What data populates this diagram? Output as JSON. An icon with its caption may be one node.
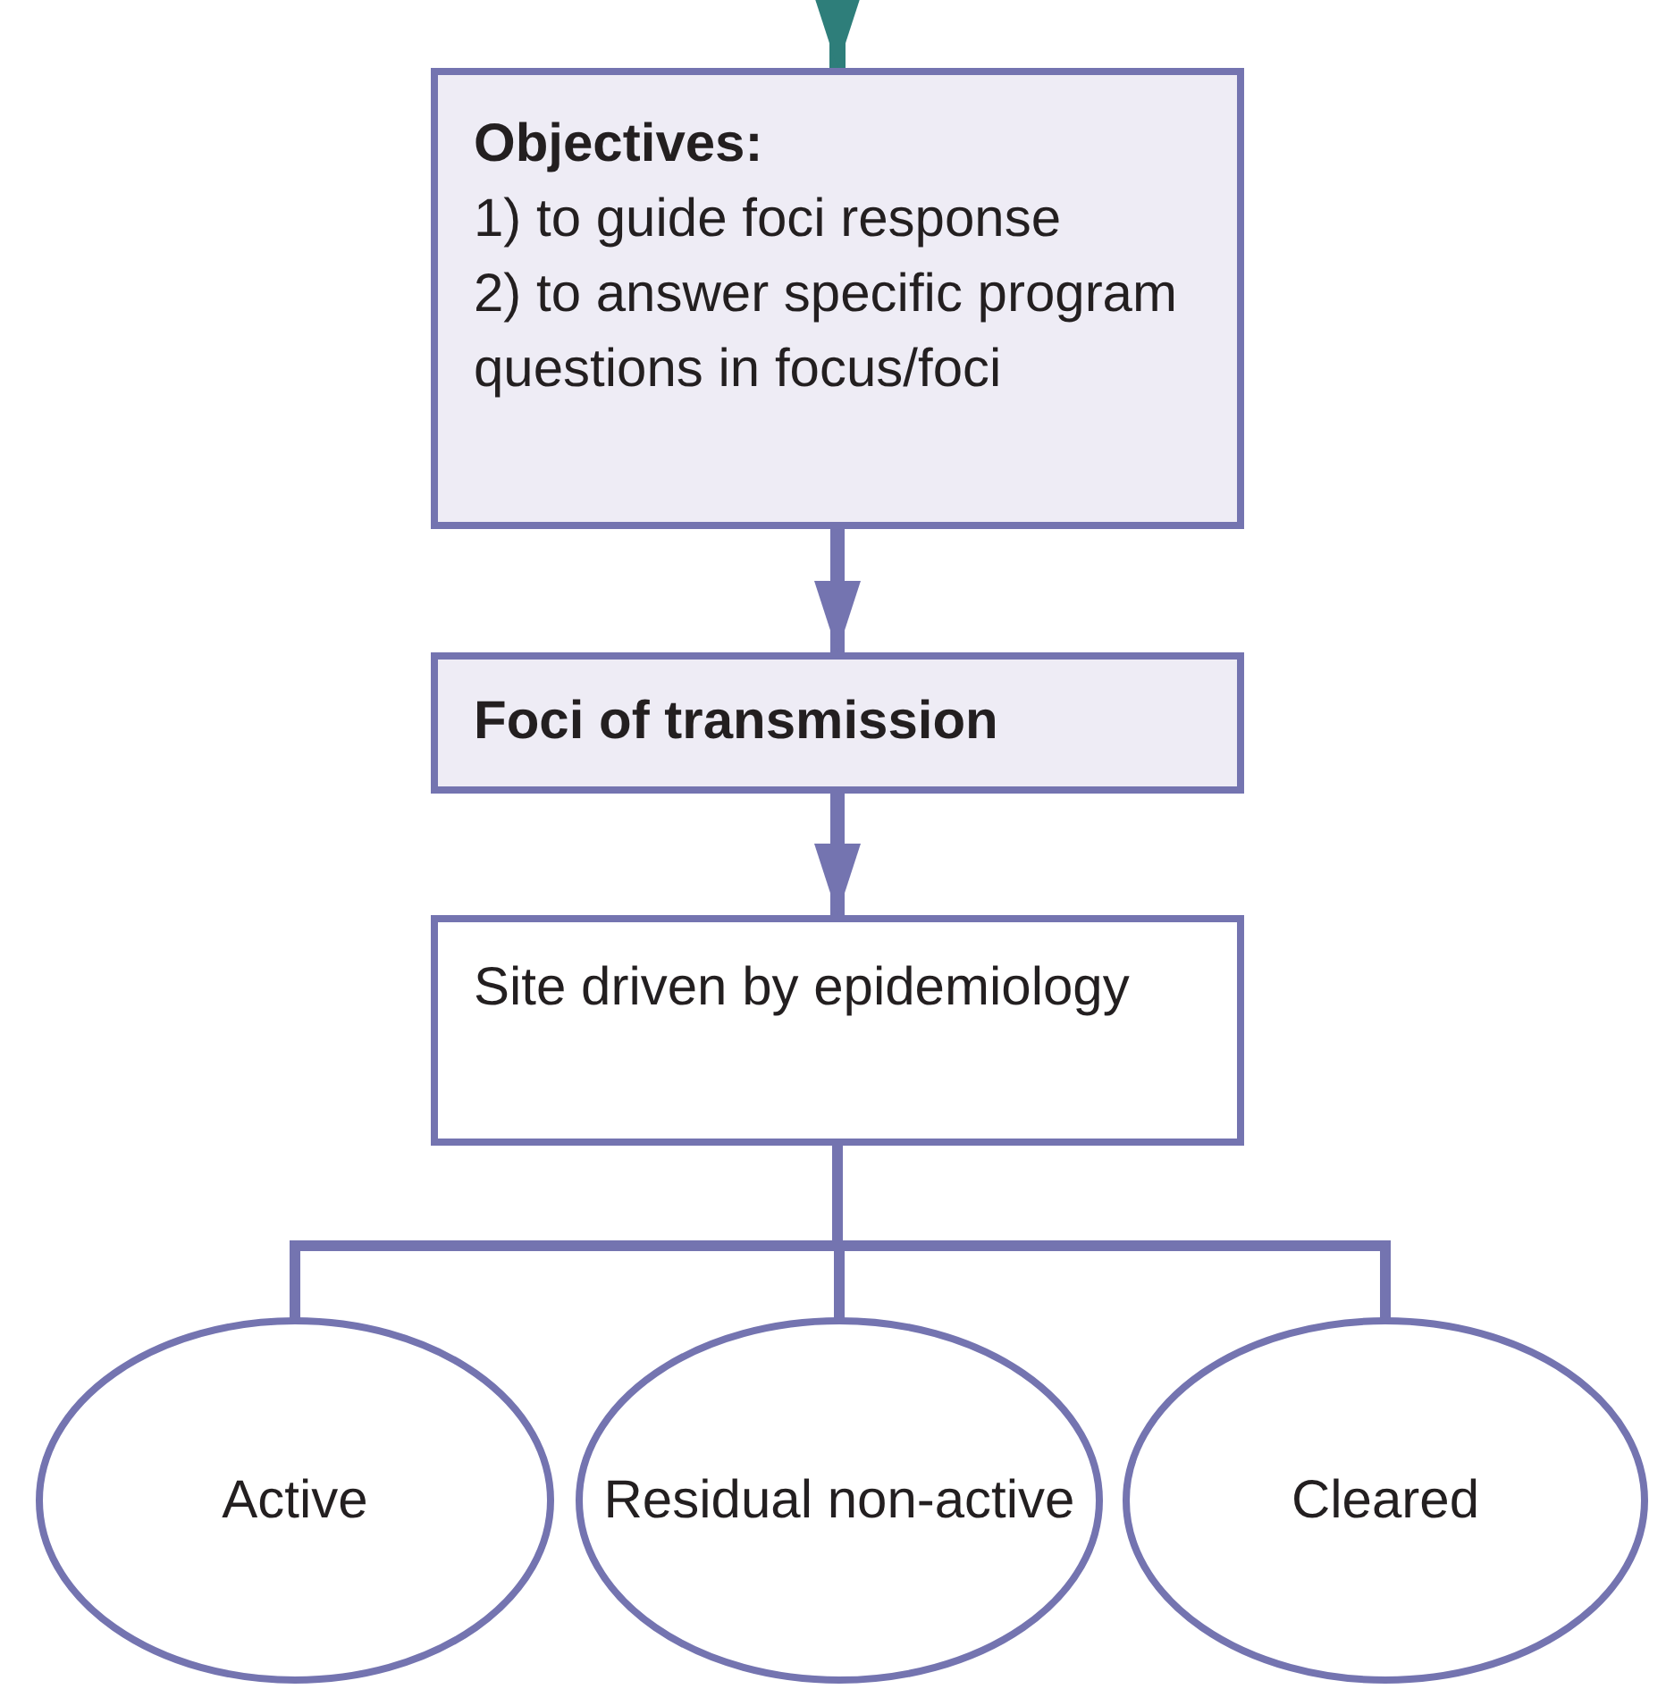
{
  "diagram": {
    "nodes": [
      {
        "text": [
          "Objectives:",
          "1) to guide foci response",
          "2) to answer specific program questions in focus/foci"
        ]
      },
      {
        "text": [
          "Foci of transmission"
        ]
      },
      {
        "text": [
          "Site driven by epidemiology"
        ]
      },
      {
        "text": [
          "Active"
        ]
      },
      {
        "text": [
          "Residual non-active"
        ]
      },
      {
        "text": [
          "Cleared"
        ]
      }
    ],
    "edges": [
      {
        "from": null,
        "to": 0,
        "arrow": "to",
        "color": "#2e7e7a"
      },
      {
        "from": 0,
        "to": 1,
        "arrow": "to"
      },
      {
        "from": 1,
        "to": 2,
        "arrow": "to"
      },
      {
        "from": 2,
        "to": 3,
        "arrow": "none"
      },
      {
        "from": 2,
        "to": 4,
        "arrow": "none"
      },
      {
        "from": 2,
        "to": 5,
        "arrow": "none"
      }
    ]
  }
}
